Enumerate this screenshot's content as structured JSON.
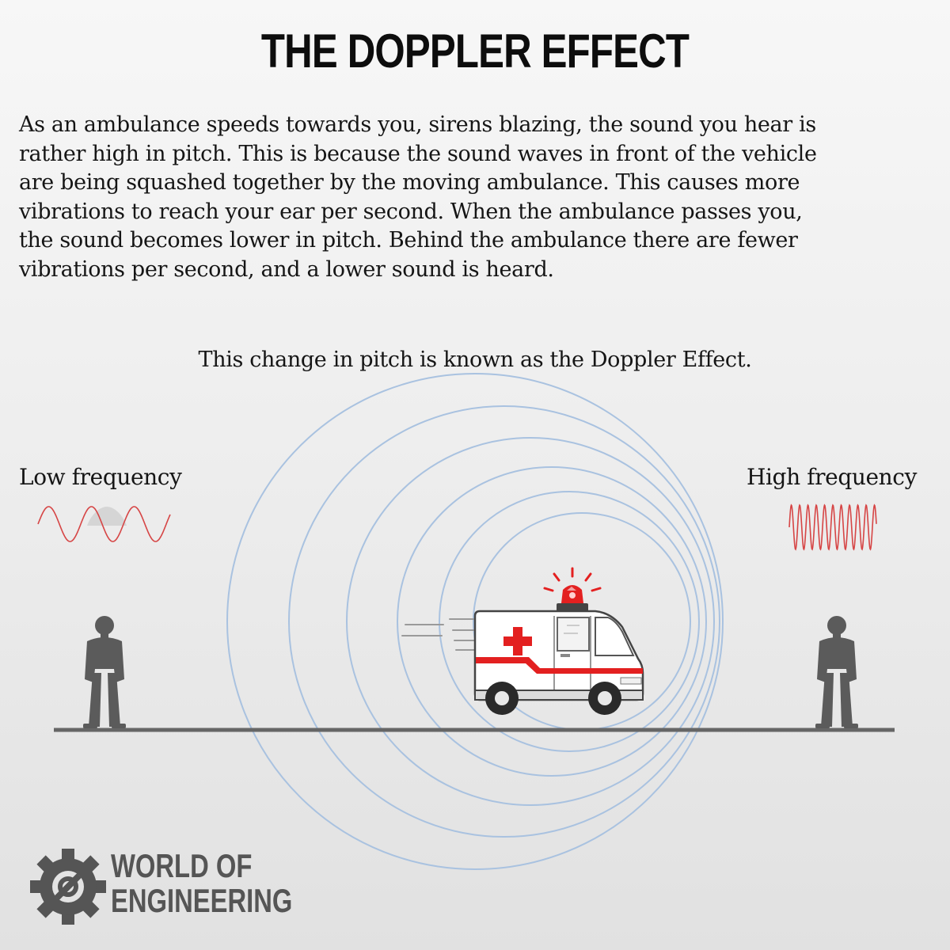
{
  "title": "THE DOPPLER EFFECT",
  "paragraph_lines": [
    "As an ambulance speeds towards you, sirens blazing, the sound you hear is",
    "rather high in pitch. This is because the sound waves in front of the vehicle",
    "are being squashed together by the moving ambulance. This causes more",
    "vibrations to reach your ear per second. When the ambulance passes you,",
    "the sound becomes lower in pitch. Behind the ambulance there are fewer",
    "vibrations per second, and a lower sound is heard."
  ],
  "summary": "This change in pitch is known as the Doppler Effect.",
  "labels": {
    "low_frequency": "Low frequency",
    "high_frequency": "High frequency"
  },
  "logo": {
    "line1": "WORLD OF",
    "line2": "ENGINEERING"
  },
  "colors": {
    "wave_rings": "#a9c2e0",
    "frequency_wave": "#d64545",
    "siren": "#e32020",
    "figure": "#5b5b5b",
    "ground": "#666666",
    "logo": "#555555"
  },
  "icons": [
    "person-icon",
    "ambulance-icon",
    "siren-icon",
    "gear-icon"
  ]
}
